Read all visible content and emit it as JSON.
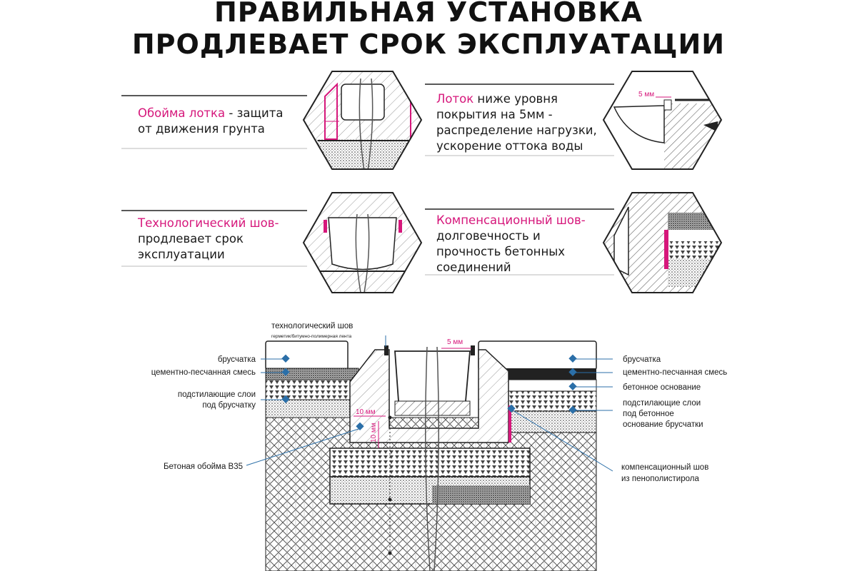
{
  "title": {
    "line1": "ПРАВИЛЬНАЯ УСТАНОВКА",
    "line2": "ПРОДЛЕВАЕТ СРОК ЭКСПЛУАТАЦИИ"
  },
  "features": [
    {
      "highlight": "Обойма лотка",
      "rest1": " - защита",
      "rest2": "от движения грунта"
    },
    {
      "highlight": "Лоток",
      "rest1": " ниже уровня",
      "rest2": "покрытия на 5мм -",
      "rest3": "распределение нагрузки,",
      "rest4": "ускорение оттока воды"
    },
    {
      "highlight": "Технологический шов",
      "rest1": "-",
      "rest2": "продлевает срок",
      "rest3": "эксплуатации"
    },
    {
      "highlight": "Компенсационный шов",
      "rest1": "-",
      "rest2": "долговечность и",
      "rest3": "прочность бетонных",
      "rest4": "соединений"
    }
  ],
  "dimensions": {
    "gap_top_right": "5 мм",
    "gap_main": "5 мм",
    "width": "10 мм",
    "height": "10 мм"
  },
  "labels": {
    "tech_seam": "технологический шов",
    "tech_seam_sub": "герметик/битумно-полимерная лента",
    "left": {
      "paving": "брусчатка",
      "cement_sand": "цементно-песчанная смесь",
      "underlay_1": "подстилающие слои",
      "underlay_2": "под брусчатку",
      "concrete_cage": "Бетоная обойма В35"
    },
    "right": {
      "paving": "брусчатка",
      "cement_sand": "цементно-песчанная смесь",
      "concrete_base": "бетонное основание",
      "underlay_1": "подстилающие слои",
      "underlay_2": "под бетонное",
      "underlay_3": "основание брусчатки",
      "comp_seam_1": "компенсационный шов",
      "comp_seam_2": "из пенополистирола"
    }
  },
  "colors": {
    "accent": "#d6177b",
    "leader": "#2b6fa8",
    "ink": "#1a1a1a"
  }
}
